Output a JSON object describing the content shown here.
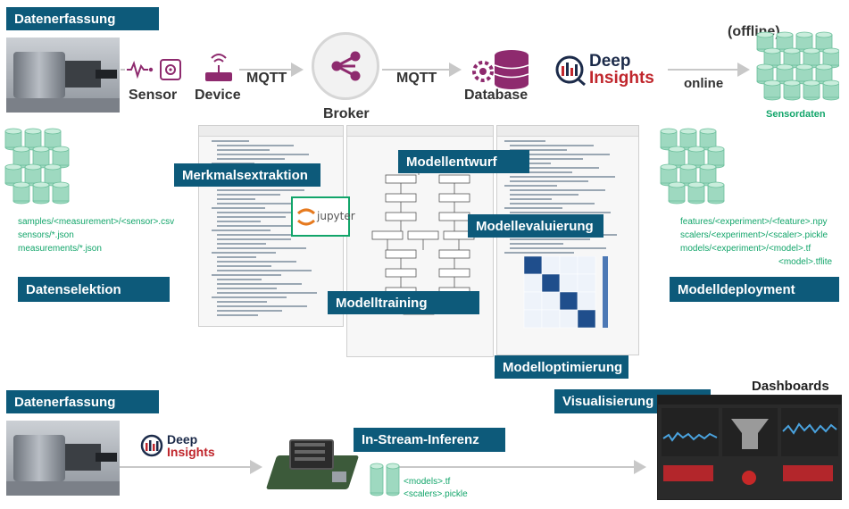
{
  "colors": {
    "tag_bg": "#0d5a7a",
    "green_text": "#12a56a",
    "arrow": "#c8c8c8",
    "icon_purple": "#8e2a6e",
    "cylinder_green": "#9ed9c0",
    "dashboard_bg": "#2a2a2a"
  },
  "top": {
    "tag_datenerfassung": "Datenerfassung",
    "sensor_label": "Sensor",
    "device_label": "Device",
    "mqtt_1": "MQTT",
    "broker_label": "Broker",
    "mqtt_2": "MQTT",
    "database_label": "Database",
    "deep_insights_line1": "Deep",
    "deep_insights_line2": "Insights",
    "online_label": "online",
    "offline_label": "(offline)",
    "sensordaten_label": "Sensordaten"
  },
  "middle": {
    "tag_merkmalsextraktion": "Merkmalsextraktion",
    "tag_modellentwurf": "Modellentwurf",
    "tag_modellevaluierung": "Modellevaluierung",
    "tag_modelltraining": "Modelltraining",
    "tag_modelloptimierung": "Modelloptimierung",
    "jupyter_label": "jupyter",
    "left_paths": [
      "samples/<measurement>/<sensor>.csv",
      "sensors/*.json",
      "measurements/*.json"
    ],
    "tag_datenselektion": "Datenselektion",
    "right_paths": [
      "features/<experiment>/<feature>.npy",
      "scalers/<experiment>/<scaler>.pickle",
      "models/<experiment>/<model>.tf",
      "<model>.tflite"
    ],
    "tag_modelldeployment": "Modelldeployment"
  },
  "bottom": {
    "tag_datenerfassung": "Datenerfassung",
    "deep_insights_line1": "Deep",
    "deep_insights_line2": "Insights",
    "tag_in_stream": "In-Stream-Inferenz",
    "model_files": [
      "<models>.tf",
      "<scalers>.pickle"
    ],
    "tag_visualisierung": "Visualisierung",
    "dashboards_label": "Dashboards"
  }
}
